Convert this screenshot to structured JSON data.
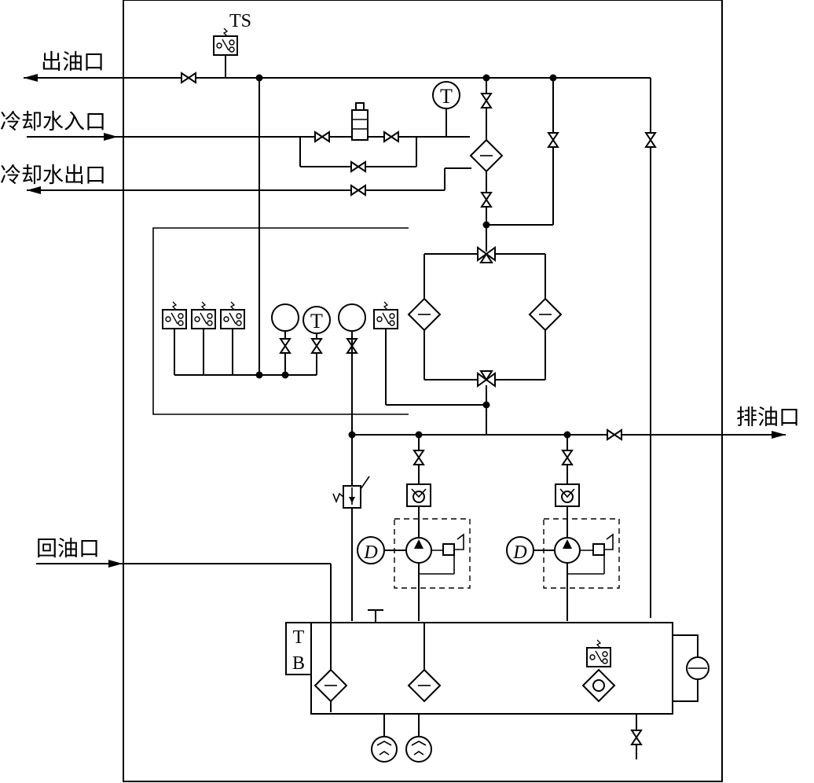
{
  "labels": {
    "outlet": "出油口",
    "cooling_in": "冷却水入口",
    "cooling_out": "冷却水出口",
    "drain": "排油口",
    "return": "回油口"
  },
  "symbols": {
    "ts": "TS",
    "temp_a": "T",
    "temp_b": "T",
    "tank_t": "T",
    "tank_b": "B"
  }
}
